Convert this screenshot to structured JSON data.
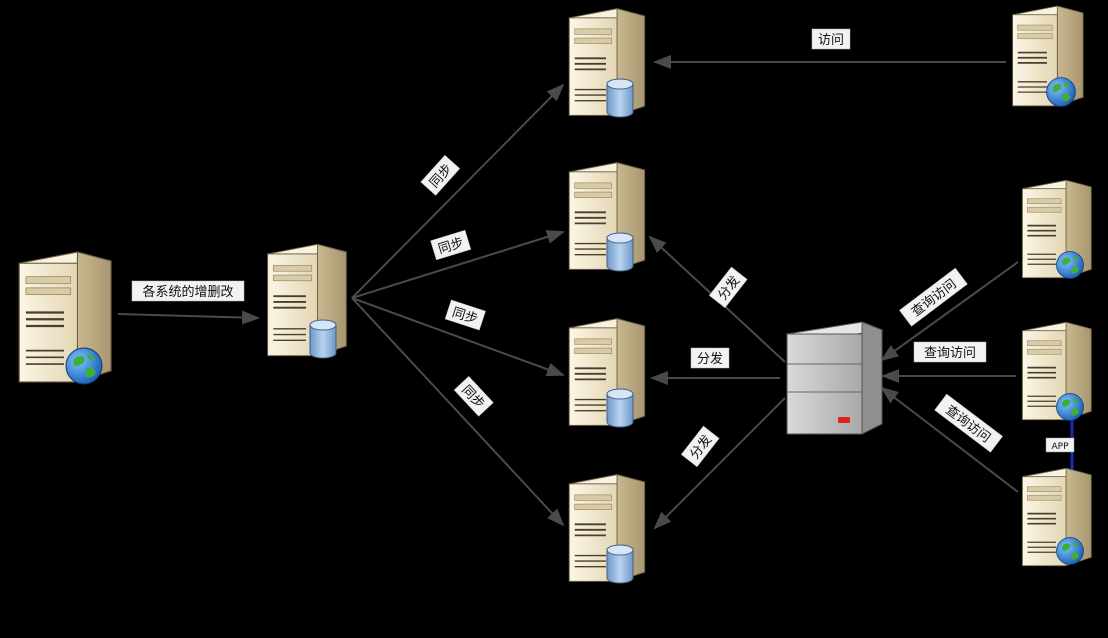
{
  "labels": {
    "crud": "各系统的增删改",
    "sync1": "同步",
    "sync2": "同步",
    "sync3": "同步",
    "sync4": "同步",
    "access": "访问",
    "dist1": "分发",
    "dist2": "分发",
    "dist3": "分发",
    "query1": "查询访问",
    "query2": "查询访问",
    "query3": "查询访问",
    "app": "APP"
  },
  "icons": {
    "server": "server-icon",
    "database": "database-icon",
    "globe": "globe-icon",
    "load_balancer": "load-balancer-icon"
  },
  "colors": {
    "background": "#000000",
    "arrow": "#4a4a4a",
    "server_body": "#efe6cf",
    "database": "#8fb4dc",
    "globe": "#2a7fd0",
    "app_link": "#1a2ab8"
  }
}
